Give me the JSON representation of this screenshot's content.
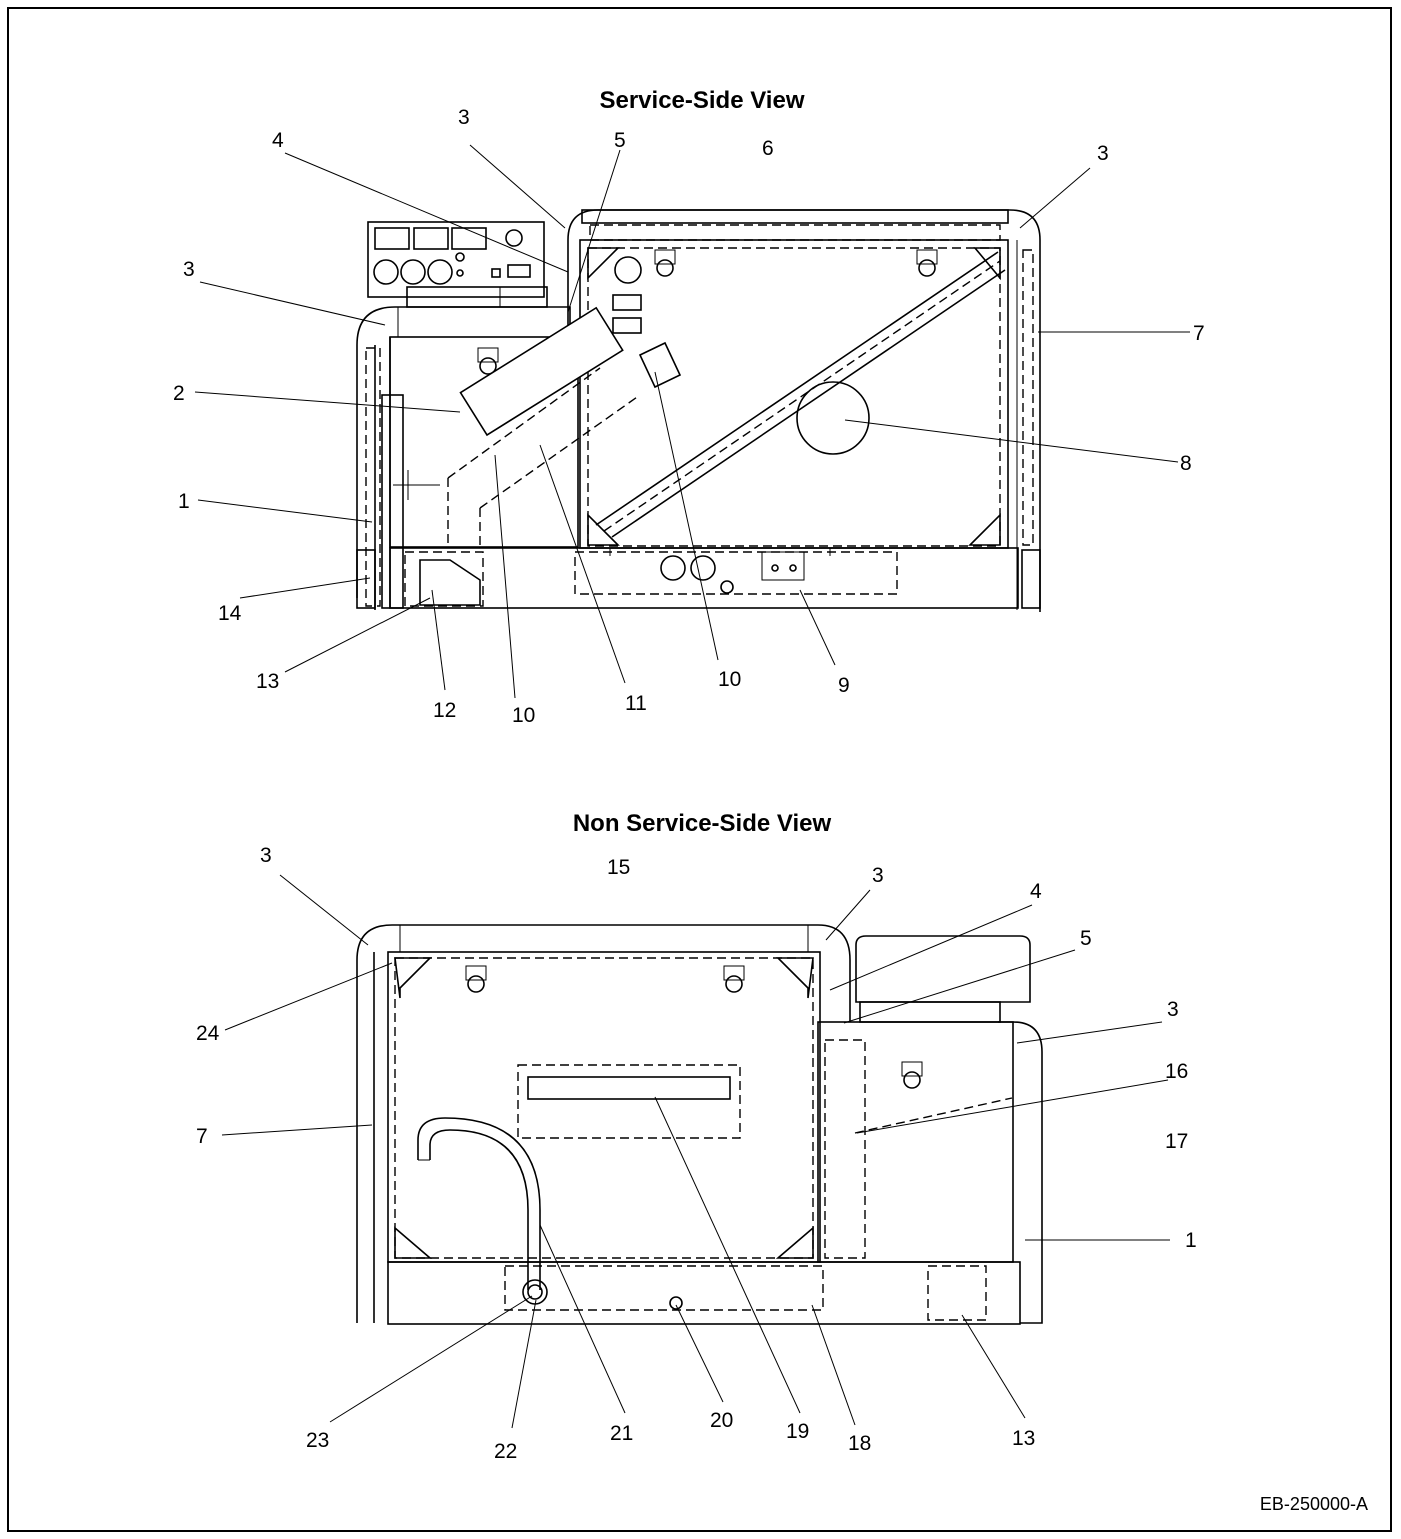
{
  "views": [
    {
      "title": "Service-Side View"
    },
    {
      "title": "Non Service-Side View"
    }
  ],
  "callouts": {
    "top": [
      "3",
      "4",
      "5",
      "6",
      "3",
      "3",
      "7",
      "2",
      "8",
      "1",
      "14",
      "13",
      "12",
      "10",
      "11",
      "10",
      "9"
    ],
    "bottom": [
      "3",
      "15",
      "3",
      "4",
      "5",
      "3",
      "24",
      "16",
      "7",
      "17",
      "1",
      "23",
      "22",
      "21",
      "20",
      "19",
      "18",
      "13"
    ]
  },
  "figure_code": "EB-250000-A"
}
